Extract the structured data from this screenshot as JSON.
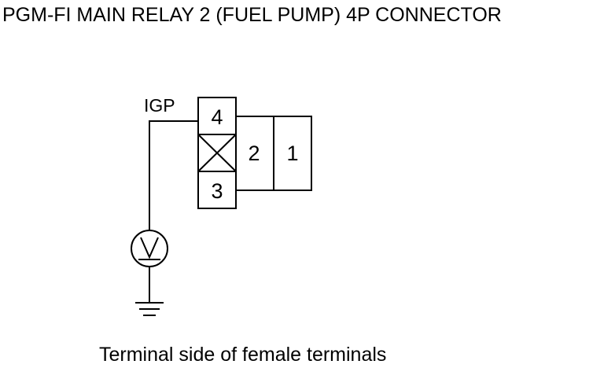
{
  "title": "PGM-FI MAIN RELAY 2 (FUEL PUMP) 4P CONNECTOR",
  "wire_label": "IGP",
  "connector": {
    "terminals": [
      {
        "number": "4"
      },
      {
        "number": "3"
      },
      {
        "number": "2"
      },
      {
        "number": "1"
      }
    ],
    "blank_terminal": "unused-cavity"
  },
  "meter": {
    "icon": "voltmeter-icon",
    "symbol": "V"
  },
  "ground": {
    "icon": "ground-icon"
  },
  "caption": "Terminal side of female terminals",
  "colors": {
    "line": "#000000",
    "background": "#ffffff"
  }
}
